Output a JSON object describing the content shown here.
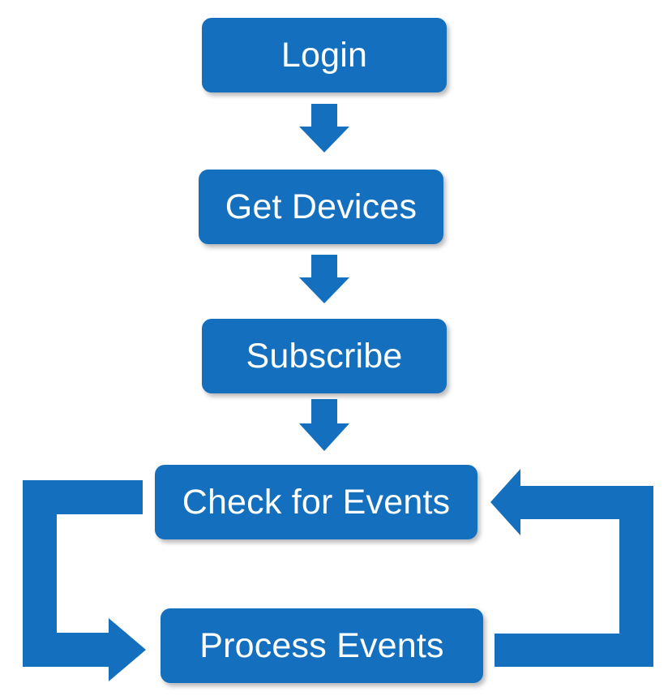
{
  "diagram": {
    "accent_color": "#1470be",
    "text_color": "#ffffff",
    "steps": [
      {
        "id": "login",
        "label": "Login"
      },
      {
        "id": "get-devices",
        "label": "Get Devices"
      },
      {
        "id": "subscribe",
        "label": "Subscribe"
      },
      {
        "id": "check-for-events",
        "label": "Check for Events"
      },
      {
        "id": "process-events",
        "label": "Process Events"
      }
    ],
    "connections": [
      {
        "from": "login",
        "to": "get-devices"
      },
      {
        "from": "get-devices",
        "to": "subscribe"
      },
      {
        "from": "subscribe",
        "to": "check-for-events"
      },
      {
        "from": "check-for-events",
        "to": "process-events"
      },
      {
        "from": "process-events",
        "to": "check-for-events"
      }
    ]
  }
}
